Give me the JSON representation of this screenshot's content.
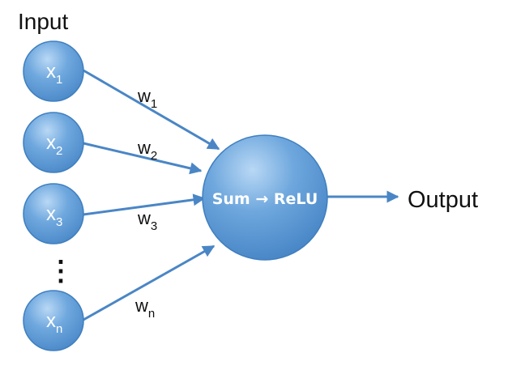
{
  "diagram": {
    "input_label": "Input",
    "output_label": "Output",
    "neuron_label": "Sum → ReLU",
    "ellipsis": "⋮",
    "inputs": [
      {
        "base": "x",
        "sub": "1"
      },
      {
        "base": "x",
        "sub": "2"
      },
      {
        "base": "x",
        "sub": "3"
      },
      {
        "base": "x",
        "sub": "n"
      }
    ],
    "weights": [
      {
        "base": "w",
        "sub": "1"
      },
      {
        "base": "w",
        "sub": "2"
      },
      {
        "base": "w",
        "sub": "3"
      },
      {
        "base": "w",
        "sub": "n"
      }
    ],
    "colors": {
      "node_fill": "#5b9bd5",
      "node_fill_light": "#a9cdf0",
      "node_stroke": "#3f7fbf",
      "arrow": "#4a86c5",
      "text_dark": "#111111",
      "text_light": "#ffffff"
    }
  }
}
